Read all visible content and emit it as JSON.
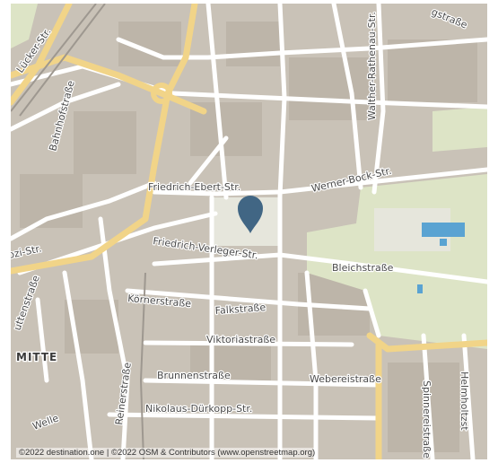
{
  "colors": {
    "base": "#c9c2b7",
    "road": "#ffffff",
    "major_road": "#f1d488",
    "park": "#dde4c6",
    "plaza": "#e6e6dc",
    "water": "#5aa3d2",
    "marker": "#416684"
  },
  "marker": {
    "icon": "map-pin-icon"
  },
  "labels": {
    "lueckerstr": "Lücker-Str.",
    "bahnhofstrasse": "Bahnhofstraße",
    "walther_rathenau": "Walther-Rathenau-Str.",
    "gstrasse": "gstraße",
    "friedrich_ebert": "Friedrich-Ebert-Str.",
    "werner_bock": "Werner-Bock-Str.",
    "friedrich_verleger": "Friedrich-Verleger-Str.",
    "bleichstrasse": "Bleichstraße",
    "ozi": "ozi-Str.",
    "uttenstrasse": "uttenstraße",
    "koernerstrasse": "Körnerstraße",
    "falkstrasse": "Falkstraße",
    "viktoriastrasse": "Viktoriastraße",
    "mitte": "MITTE",
    "brunnenstrasse": "Brunnenstraße",
    "webereistrasse": "Webereistraße",
    "reinerstrasse": "Reinerstraße",
    "spinnereistrasse": "Spinnereistraße",
    "helmholtz": "Helmholtzst",
    "nikolaus": "Nikolaus-Dürkopp-Str.",
    "welle": "Welle"
  },
  "attribution": "©2022 destination.one | ©2022 OSM & Contributors (www.openstreetmap.org)"
}
